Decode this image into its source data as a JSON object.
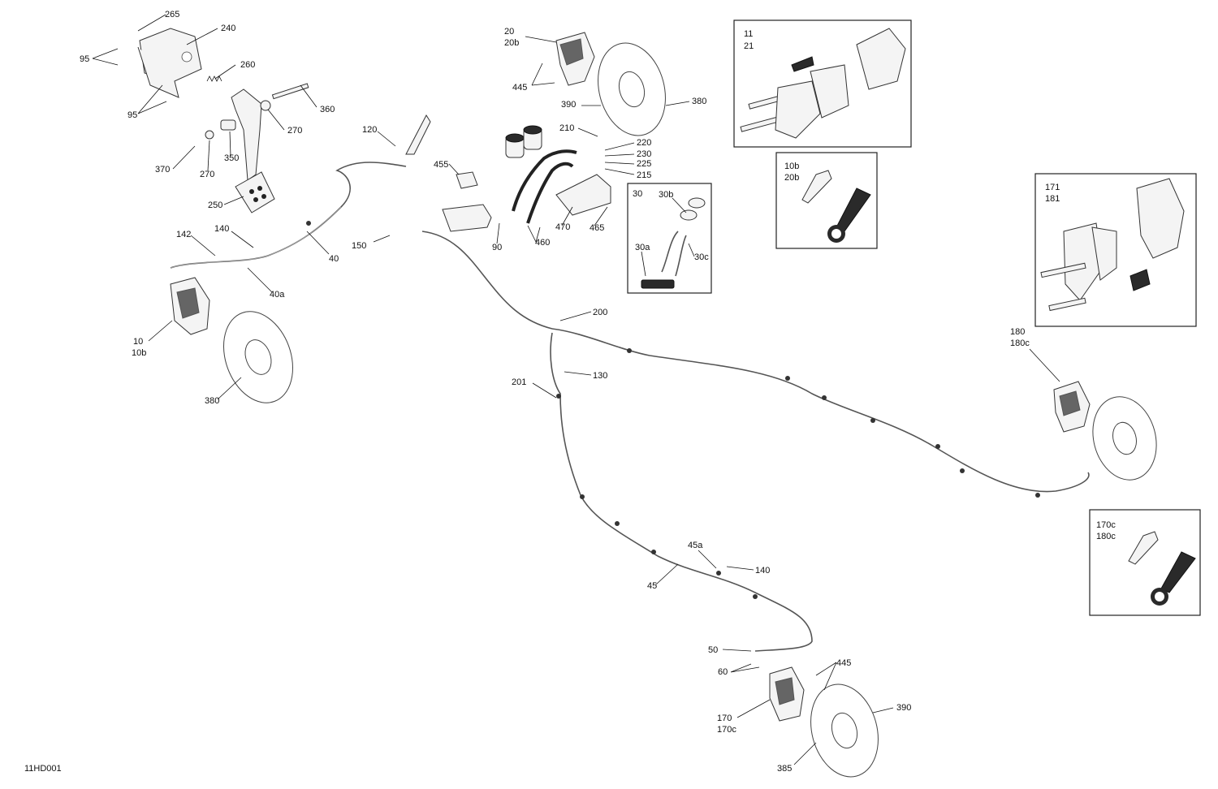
{
  "drawing_code": "11HD001",
  "inset_labels": {
    "pads_front": [
      "11",
      "21"
    ],
    "bleeder_front": [
      "10b",
      "20b"
    ],
    "master_cyl": "30",
    "pads_rear": [
      "171",
      "181"
    ],
    "bleeder_rear": [
      "170c",
      "180c"
    ]
  },
  "callouts": {
    "c265": "265",
    "c240": "240",
    "c95a": "95",
    "c95b": "95",
    "c260": "260",
    "c360": "360",
    "c270a": "270",
    "c370": "370",
    "c270b": "270",
    "c350": "350",
    "c250": "250",
    "c142": "142",
    "c140a": "140",
    "c40": "40",
    "c40a": "40a",
    "c10": "10",
    "c10b": "10b",
    "c380a": "380",
    "c120": "120",
    "c455": "455",
    "c150": "150",
    "c90": "90",
    "c460": "460",
    "c470": "470",
    "c465": "465",
    "c20": "20",
    "c20b": "20b",
    "c445a": "445",
    "c390a": "390",
    "c380b": "380",
    "c210": "210",
    "c220": "220",
    "c230": "230",
    "c225": "225",
    "c215": "215",
    "c30b": "30b",
    "c30a": "30a",
    "c30c": "30c",
    "c200": "200",
    "c130": "130",
    "c201": "201",
    "c45a": "45a",
    "c140b": "140",
    "c45": "45",
    "c50": "50",
    "c60": "60",
    "c445b": "445",
    "c170": "170",
    "c170c": "170c",
    "c390b": "390",
    "c385": "385",
    "c180": "180",
    "c180c": "180c"
  }
}
